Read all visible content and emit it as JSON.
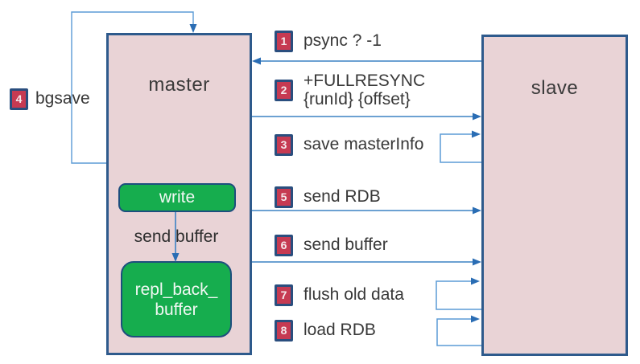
{
  "diagram": {
    "topic": "master slave full resync flow",
    "nodes": {
      "master": {
        "label": "master"
      },
      "slave": {
        "label": "slave"
      },
      "write": {
        "label": "write"
      },
      "repl_back_buffer": {
        "label_line1": "repl_back_",
        "label_line2": "buffer"
      },
      "master_internal_label": "send buffer"
    },
    "side_step": {
      "num": "4",
      "label": "bgsave"
    },
    "steps": [
      {
        "num": "1",
        "label": "psync ? -1"
      },
      {
        "num": "2",
        "label": "+FULLRESYNC",
        "label2": "{runId} {offset}"
      },
      {
        "num": "3",
        "label": "save masterInfo"
      },
      {
        "num": "5",
        "label": "send RDB"
      },
      {
        "num": "6",
        "label": "send buffer"
      },
      {
        "num": "7",
        "label": "flush old data"
      },
      {
        "num": "8",
        "label": "load RDB"
      }
    ],
    "edges": [
      {
        "step": "1",
        "from": "slave",
        "to": "master"
      },
      {
        "step": "2",
        "from": "master",
        "to": "slave"
      },
      {
        "step": "3",
        "from": "slave",
        "to": "slave"
      },
      {
        "step": "4",
        "from": "master",
        "to": "master"
      },
      {
        "step": "5",
        "from": "master",
        "to": "slave"
      },
      {
        "step": "6",
        "from": "master",
        "to": "slave"
      },
      {
        "step": "7",
        "from": "slave",
        "to": "slave"
      },
      {
        "step": "8",
        "from": "slave",
        "to": "slave"
      },
      {
        "step": "send buffer",
        "from": "write",
        "to": "repl_back_buffer"
      }
    ],
    "colors": {
      "node_fill": "#e9d3d6",
      "node_border": "#2e5a8c",
      "green_fill": "#16ad4e",
      "green_border": "#1d4e7d",
      "badge_fill": "#c63a52",
      "badge_border": "#2a4e7e",
      "arrow_line": "#3b82c4",
      "arrow_head": "#2a6db4",
      "loop_line": "#5b9bd5",
      "text": "#3a3a3a"
    }
  }
}
